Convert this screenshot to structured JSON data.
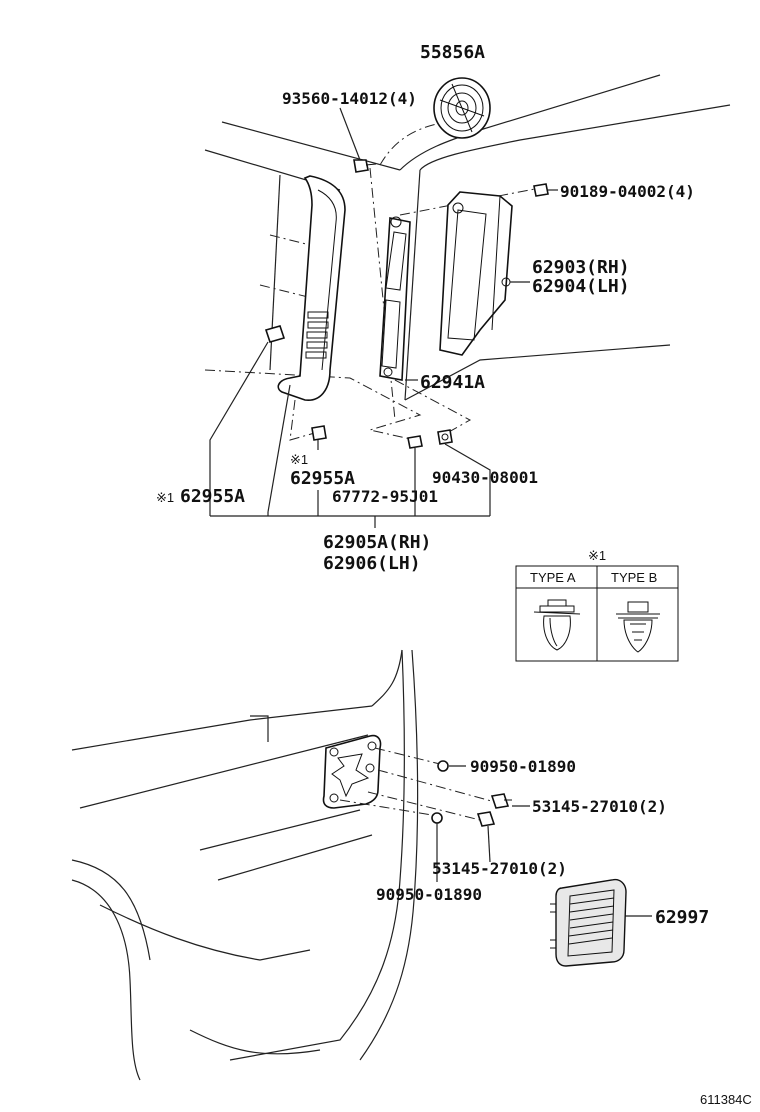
{
  "parts": {
    "p55856a": "55856A",
    "p93560": "93560-14012(4)",
    "p90189": "90189-04002(4)",
    "p62903": "62903(RH)",
    "p62904": "62904(LH)",
    "p62941a": "62941A",
    "p62955a_left": "62955A",
    "p62955a_center": "62955A",
    "p90430": "90430-08001",
    "p67772": "67772-95J01",
    "p62905a": "62905A(RH)",
    "p62906": "62906(LH)",
    "p90950_top": "90950-01890",
    "p53145_top": "53145-27010(2)",
    "p53145_bottom": "53145-27010(2)",
    "p90950_bottom": "90950-01890",
    "p62997": "62997"
  },
  "marks": {
    "ref_symbol_left": "※1",
    "ref_symbol_center": "※1",
    "ref_symbol_table": "※1"
  },
  "type_table": {
    "type_a": "TYPE A",
    "type_b": "TYPE B"
  },
  "footer": {
    "diagram_code": "611384C"
  }
}
